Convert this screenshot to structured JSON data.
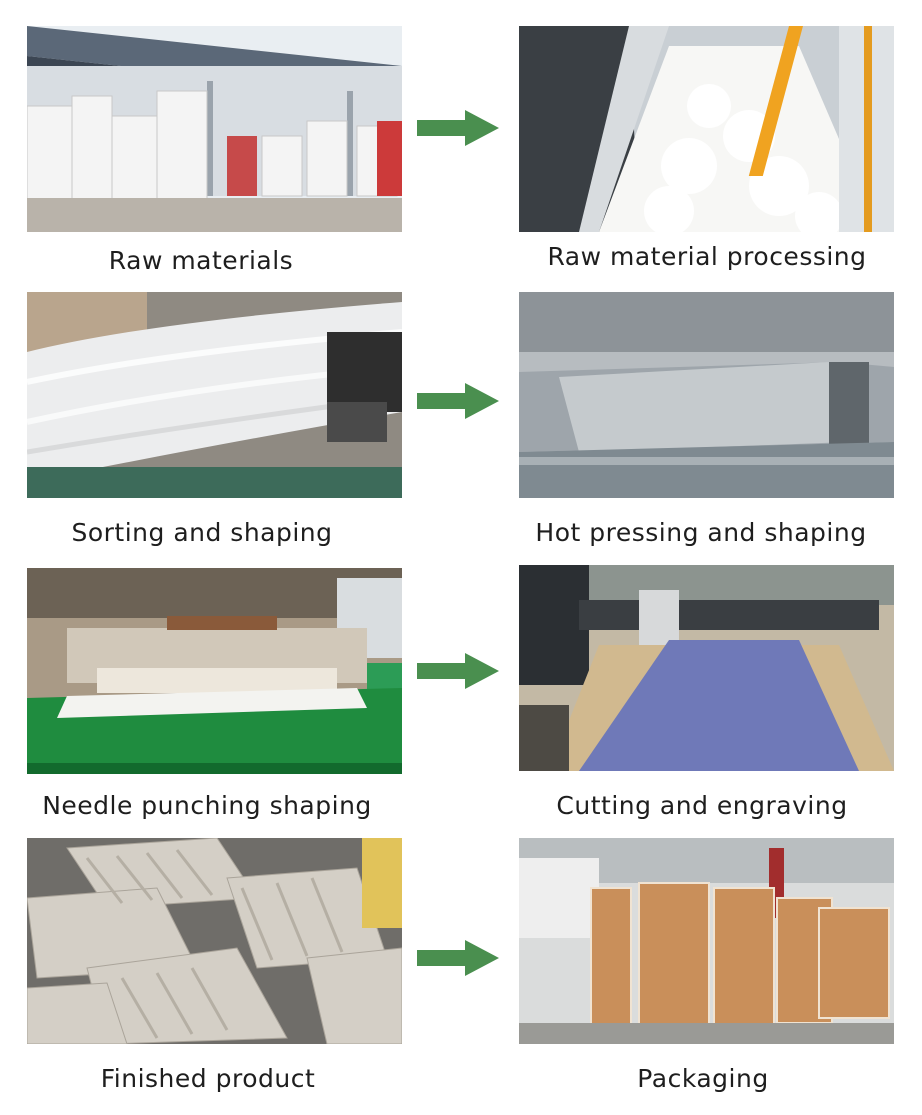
{
  "steps": [
    {
      "label": "Raw materials",
      "photo_icon": "bales-warehouse-photo"
    },
    {
      "label": "Raw material processing",
      "photo_icon": "fiber-opening-machine-photo"
    },
    {
      "label": "Sorting and shaping",
      "photo_icon": "fiber-web-photo"
    },
    {
      "label": "Hot pressing and shaping",
      "photo_icon": "hot-press-beam-photo"
    },
    {
      "label": "Needle punching shaping",
      "photo_icon": "needle-punch-line-photo"
    },
    {
      "label": "Cutting and engraving",
      "photo_icon": "cnc-cutter-photo"
    },
    {
      "label": "Finished product",
      "photo_icon": "grooved-panels-photo"
    },
    {
      "label": "Packaging",
      "photo_icon": "carton-pallets-photo"
    }
  ],
  "colors": {
    "arrow": "#4a8f4f",
    "caption": "#1e1e1e",
    "background": "#ffffff"
  }
}
